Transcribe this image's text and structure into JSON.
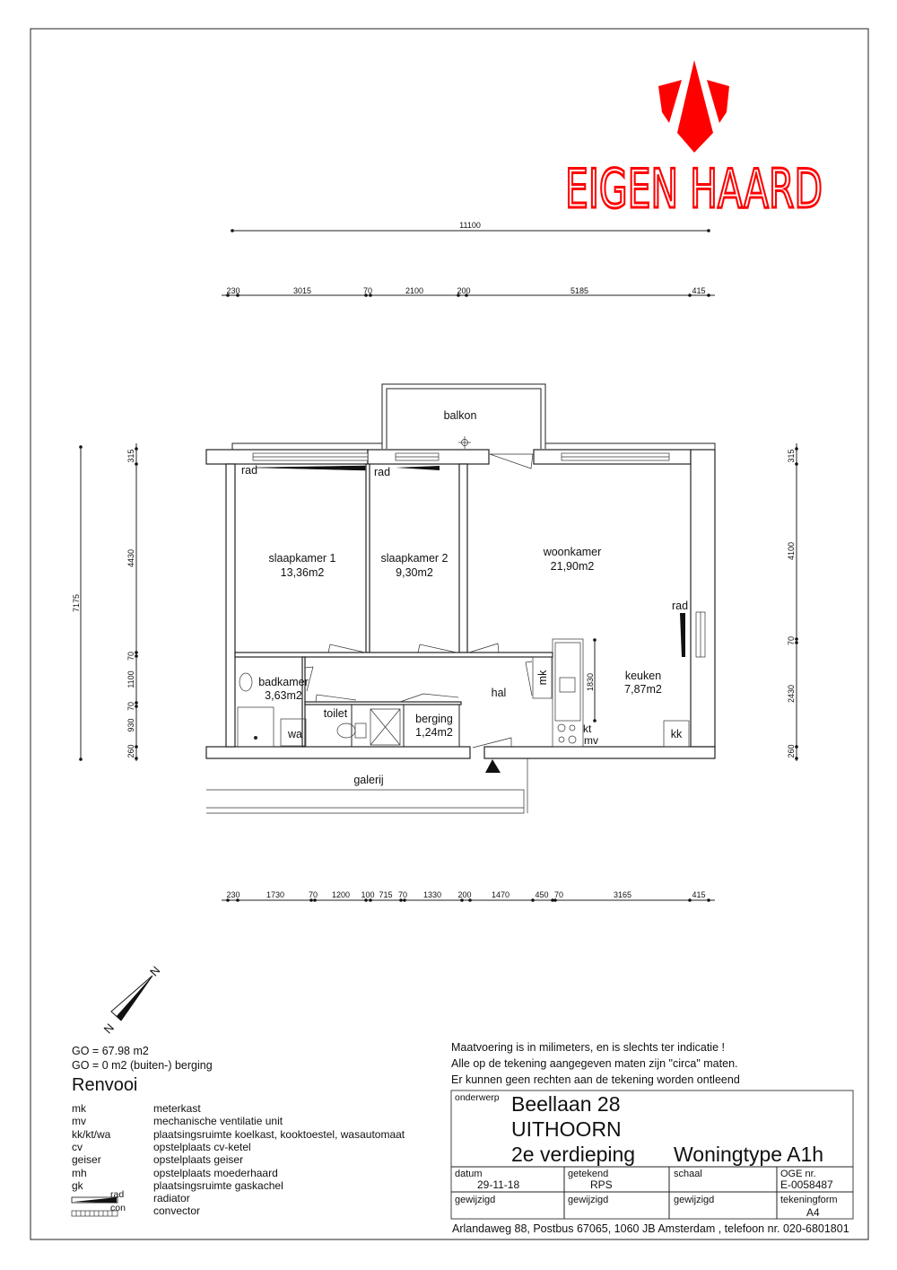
{
  "logo": {
    "text": "EIGEN HAARD",
    "color": "#ff0000"
  },
  "dimensions": {
    "overall_width": "11100",
    "top_row": [
      "230",
      "3015",
      "70",
      "2100",
      "200",
      "5185",
      "415"
    ],
    "bottom_row": [
      "230",
      "1730",
      "70",
      "1200",
      "100",
      "715",
      "70",
      "1330",
      "200",
      "1470",
      "450",
      "70",
      "3165",
      "415"
    ],
    "left_overall": "7175",
    "left_row": [
      "315",
      "4430",
      "70",
      "1100",
      "70",
      "930",
      "260"
    ],
    "right_row": [
      "315",
      "4100",
      "70",
      "2430",
      "260"
    ],
    "kitchen": "1830"
  },
  "rooms": {
    "balkon": "balkon",
    "rad1": "rad",
    "rad2": "rad",
    "rad3": "rad",
    "slaapkamer1": {
      "name": "slaapkamer 1",
      "area": "13,36m2"
    },
    "slaapkamer2": {
      "name": "slaapkamer 2",
      "area": "9,30m2"
    },
    "woonkamer": {
      "name": "woonkamer",
      "area": "21,90m2"
    },
    "badkamer": {
      "name": "badkamer",
      "area": "3,63m2"
    },
    "toilet": "toilet",
    "berging": {
      "name": "berging",
      "area": "1,24m2"
    },
    "hal": "hal",
    "mk": "mk",
    "keuken": {
      "name": "keuken",
      "area": "7,87m2"
    },
    "kt": "kt",
    "mv": "mv",
    "kk": "kk",
    "wa": "wa",
    "galerij": "galerij"
  },
  "compass": {
    "label_n": "N",
    "label_z": "N"
  },
  "summary": {
    "go1": "GO = 67.98 m2",
    "go2": "GO = 0 m2 (buiten-) berging"
  },
  "legend": {
    "title": "Renvooi",
    "items": [
      {
        "key": "mk",
        "desc": "meterkast"
      },
      {
        "key": "mv",
        "desc": "mechanische ventilatie unit"
      },
      {
        "key": "kk/kt/wa",
        "desc": "plaatsingsruimte koelkast, kooktoestel, wasautomaat"
      },
      {
        "key": "cv",
        "desc": "opstelplaats cv-ketel"
      },
      {
        "key": "geiser",
        "desc": "opstelplaats geiser"
      },
      {
        "key": "mh",
        "desc": "opstelplaats moederhaard"
      },
      {
        "key": "gk",
        "desc": "plaatsingsruimte gaskachel"
      },
      {
        "key": "rad",
        "desc": "radiator"
      },
      {
        "key": "con",
        "desc": "convector"
      }
    ]
  },
  "notes": [
    "Maatvoering is in milimeters, en is slechts ter indicatie !",
    "Alle op de tekening aangegeven maten zijn \"circa\" maten.",
    "Er kunnen geen rechten aan de tekening worden ontleend"
  ],
  "title_block": {
    "onderwerp_label": "onderwerp",
    "address": "Beellaan 28",
    "city": "UITHOORN",
    "floor": "2e verdieping",
    "type": "Woningtype A1h",
    "datum_label": "datum",
    "datum": "29-11-18",
    "getekend_label": "getekend",
    "getekend": "RPS",
    "schaal_label": "schaal",
    "oge_label": "OGE nr.",
    "oge": "E-0058487",
    "gewijzigd1": "gewijzigd",
    "gewijzigd2": "gewijzigd",
    "gewijzigd3": "gewijzigd",
    "tekeningform_label": "tekeningform",
    "tekeningform": "A4",
    "footer": "Arlandaweg 88, Postbus 67065, 1060 JB Amsterdam , telefoon nr. 020-6801801"
  }
}
